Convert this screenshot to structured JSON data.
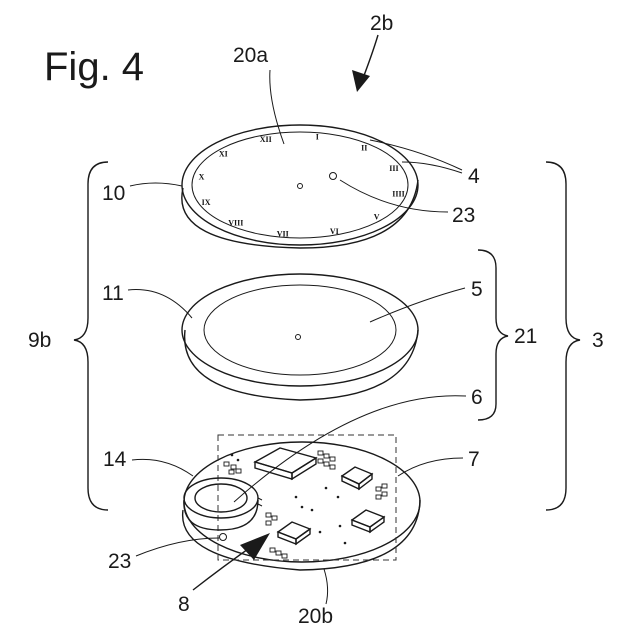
{
  "figure": {
    "title": "Fig. 4",
    "labels": {
      "l2b": "2b",
      "l20a": "20a",
      "l10": "10",
      "l4": "4",
      "l23_top": "23",
      "l3": "3",
      "l11": "11",
      "l5": "5",
      "l9b": "9b",
      "l21": "21",
      "l6": "6",
      "l14": "14",
      "l7": "7",
      "l23_bottom": "23",
      "l8": "8",
      "l20b": "20b"
    },
    "dial_numerals": [
      "I",
      "II",
      "III",
      "IIII",
      "V",
      "VI",
      "VII",
      "VIII",
      "IX",
      "X",
      "XI",
      "XII"
    ]
  }
}
